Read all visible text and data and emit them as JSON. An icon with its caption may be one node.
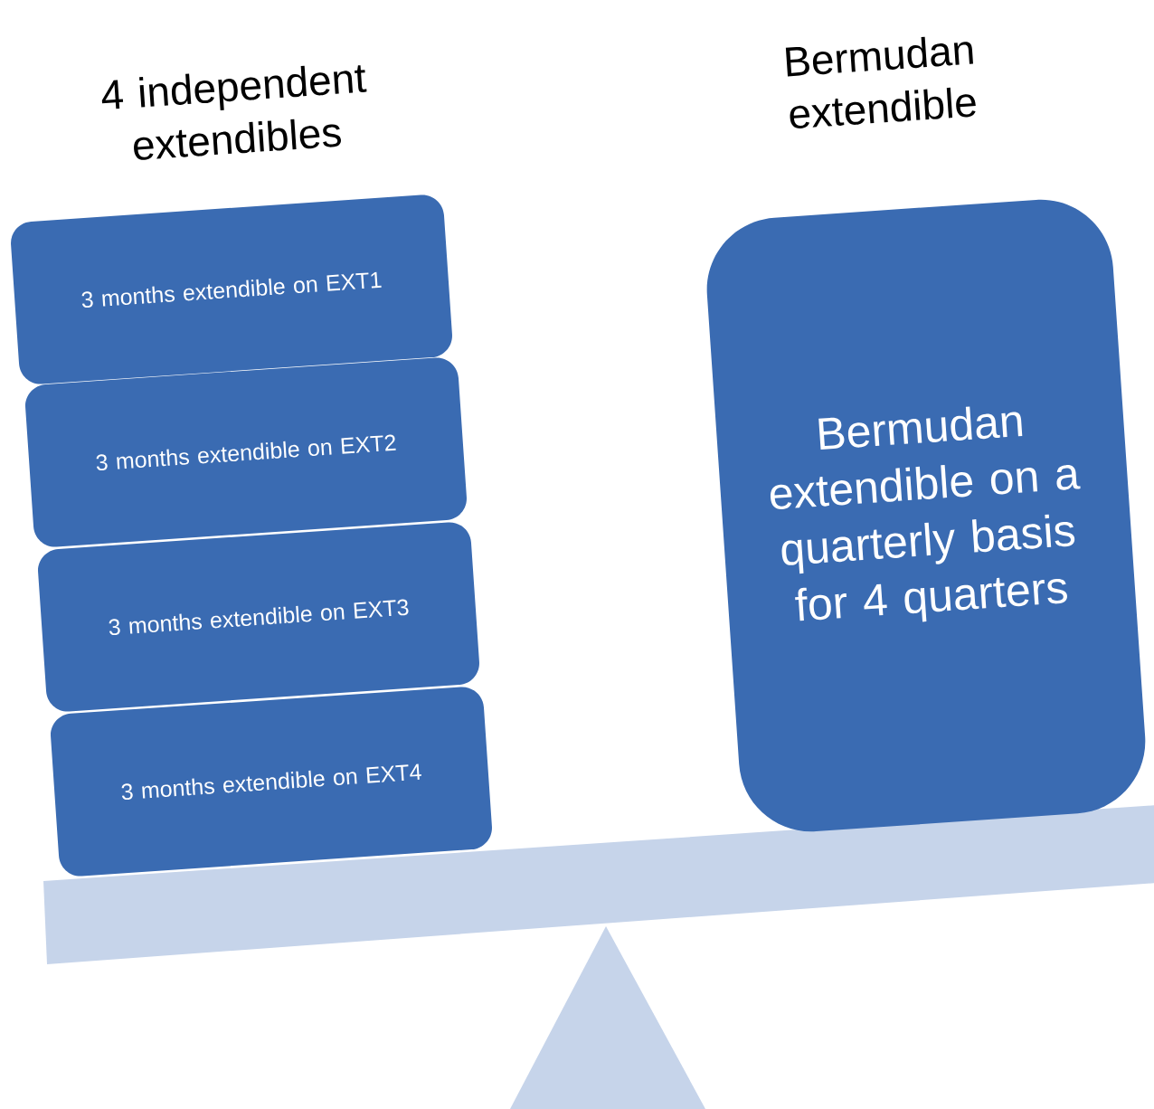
{
  "diagram": {
    "nodes": [
      {
        "text": [
          "3 months extendible on EXT1"
        ]
      },
      {
        "text": [
          "3 months extendible on EXT2"
        ]
      },
      {
        "text": [
          "3 months extendible on EXT3"
        ]
      },
      {
        "text": [
          "3 months extendible on EXT4"
        ]
      },
      {
        "text": [
          "Bermudan extendible on a quarterly basis for 4 quarters"
        ]
      }
    ],
    "labels": [
      "4 independent extendibles",
      "Bermudan extendible"
    ]
  }
}
